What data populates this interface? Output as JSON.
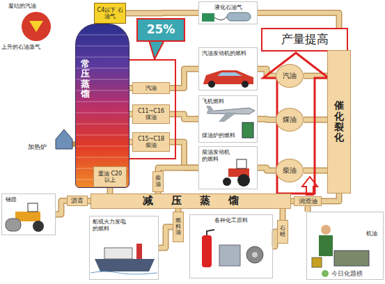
{
  "diagram": {
    "nodes": [
      {
        "text": [
          "C4以下 石油气"
        ]
      },
      {
        "text": [
          "25%"
        ]
      },
      {
        "text": [
          "液化石油气"
        ]
      },
      {
        "text": [
          "产量提高"
        ]
      },
      {
        "text": [
          "常压蒸馏"
        ]
      },
      {
        "text": [
          "汽油"
        ]
      },
      {
        "text": [
          "C11~C16 煤油"
        ]
      },
      {
        "text": [
          "C15~C18 柴油"
        ]
      },
      {
        "text": [
          "汽油发动机的燃料"
        ]
      },
      {
        "text": [
          "飞机燃料",
          "煤油炉的燃料"
        ]
      },
      {
        "text": [
          "重油 C20以上"
        ],
        "in": 4
      },
      {
        "text": [
          "柴油发动机的燃料"
        ]
      },
      {
        "text": [
          "汽油"
        ]
      },
      {
        "text": [
          "煤油"
        ]
      },
      {
        "text": [
          "柴油"
        ]
      },
      {
        "text": [
          "催化裂化"
        ]
      },
      {
        "text": [
          "柴油"
        ]
      },
      {
        "text": [
          "铺路"
        ]
      },
      {
        "text": [
          "沥青"
        ]
      },
      {
        "text": [
          "减压蒸馏"
        ]
      },
      {
        "text": [
          "润滑油"
        ]
      },
      {
        "text": [
          "船或火力发电的燃料"
        ]
      },
      {
        "text": [
          "燃料油"
        ]
      },
      {
        "text": [
          "各种化工原料"
        ]
      },
      {
        "text": [
          "石蜡"
        ]
      },
      {
        "text": [
          "机油"
        ]
      }
    ],
    "edges": [
      {
        "from": 0,
        "to": 2,
        "arrow": "none"
      },
      {
        "from": 4,
        "to": 5,
        "arrow": "none"
      },
      {
        "from": 4,
        "to": 6,
        "arrow": "none"
      },
      {
        "from": 4,
        "to": 7,
        "arrow": "none"
      },
      {
        "from": 5,
        "to": 8,
        "arrow": "none"
      },
      {
        "from": 6,
        "to": 9,
        "arrow": "none"
      },
      {
        "from": 7,
        "to": 11,
        "arrow": "none"
      },
      {
        "from": 15,
        "to": 2,
        "arrow": "none"
      },
      {
        "from": 15,
        "to": 12,
        "arrow": "none"
      },
      {
        "from": 15,
        "to": 13,
        "arrow": "none"
      },
      {
        "from": 15,
        "to": 14,
        "arrow": "none"
      },
      {
        "from": 12,
        "to": 8,
        "arrow": "none"
      },
      {
        "from": 13,
        "to": 9,
        "arrow": "none"
      },
      {
        "from": 14,
        "to": 11,
        "arrow": "none"
      },
      {
        "from": 10,
        "to": 19,
        "arrow": "none"
      },
      {
        "from": 19,
        "to": 18,
        "arrow": "none"
      },
      {
        "from": 18,
        "to": 17,
        "arrow": "none"
      },
      {
        "from": 19,
        "to": 16,
        "arrow": "none"
      },
      {
        "from": 16,
        "to": 11,
        "arrow": "none"
      },
      {
        "from": 19,
        "to": 22,
        "arrow": "none"
      },
      {
        "from": 22,
        "to": 21,
        "arrow": "none"
      },
      {
        "from": 19,
        "to": 24,
        "arrow": "none"
      },
      {
        "from": 24,
        "to": 23,
        "arrow": "none"
      },
      {
        "from": 19,
        "to": 20,
        "arrow": "none"
      },
      {
        "from": 20,
        "to": 25,
        "arrow": "none"
      },
      {
        "from": 20,
        "to": 15,
        "arrow": "none"
      }
    ],
    "labels": [
      "凝结的汽油",
      "上升的石油蒸气",
      "加热炉",
      "今日化题榜"
    ]
  }
}
